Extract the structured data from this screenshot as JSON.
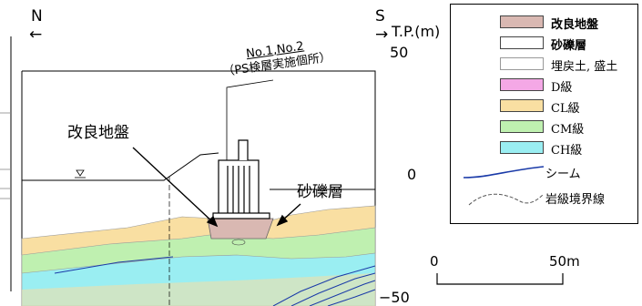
{
  "direction": {
    "north": "N",
    "south": "S",
    "arrow_left": "←",
    "arrow_right": "→"
  },
  "elevation_axis": {
    "unit_label": "T.P.(m)",
    "ticks": [
      "50",
      "0",
      "−50"
    ]
  },
  "borehole": {
    "line1": "No.1,No.2",
    "line2": "（PS検層実施個所）"
  },
  "annotations": {
    "improved_ground": "改良地盤",
    "gravel_layer": "砂礫層"
  },
  "legend": {
    "items": [
      {
        "label": "改良地盤",
        "color": "#d9b8b2",
        "bold": true,
        "kind": "swatch"
      },
      {
        "label": "砂礫層",
        "color": "#ffffff",
        "bold": true,
        "kind": "swatch"
      },
      {
        "label": "埋戻土, 盛土",
        "color": "#ffffff",
        "bold": false,
        "kind": "swatch"
      },
      {
        "label": "D級",
        "color": "#f4a8e6",
        "bold": false,
        "kind": "swatch"
      },
      {
        "label": "CL級",
        "color": "#f9dfa2",
        "bold": false,
        "kind": "swatch"
      },
      {
        "label": "CM級",
        "color": "#bff0b0",
        "bold": false,
        "kind": "swatch"
      },
      {
        "label": "CH級",
        "color": "#9aeef2",
        "bold": false,
        "kind": "swatch"
      },
      {
        "label": "シーム",
        "color": "#1a3aa8",
        "bold": false,
        "kind": "seam-line"
      },
      {
        "label": "岩級境界線",
        "color": "#555555",
        "bold": false,
        "kind": "boundary-line"
      }
    ]
  },
  "scale_bar": {
    "start": "0",
    "end": "50m"
  },
  "colors": {
    "cl_class": "#f9dfa2",
    "cm_class": "#bff0b0",
    "ch_class": "#9aeef2",
    "improved_ground": "#d9b8b2",
    "seam": "#1a3aa8"
  }
}
